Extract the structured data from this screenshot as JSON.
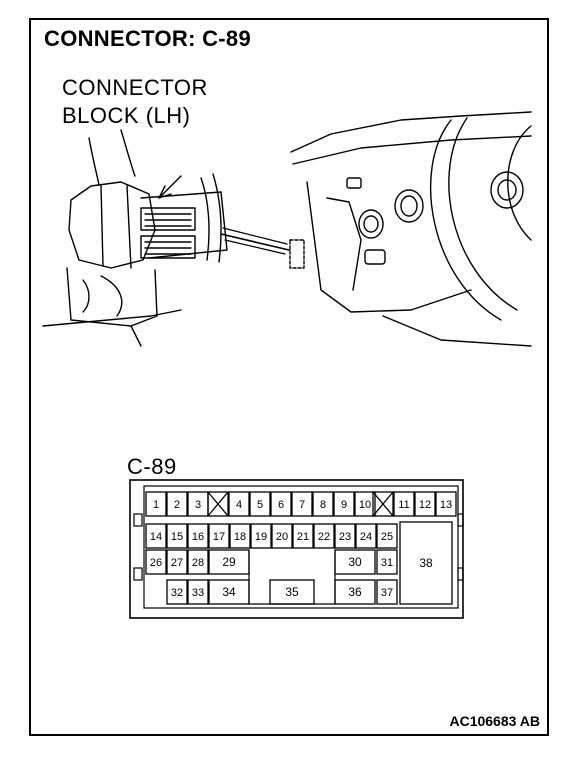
{
  "title": "CONNECTOR: C-89",
  "block_label": [
    "CONNECTOR",
    "BLOCK (LH)"
  ],
  "connector_id": "C-89",
  "reference_code": "AC106683 AB",
  "pins": [
    "1",
    "2",
    "3",
    "4",
    "5",
    "6",
    "7",
    "8",
    "9",
    "10",
    "11",
    "12",
    "13",
    "14",
    "15",
    "16",
    "17",
    "18",
    "19",
    "20",
    "21",
    "22",
    "23",
    "24",
    "25",
    "26",
    "27",
    "28",
    "29",
    "30",
    "31",
    "32",
    "33",
    "34",
    "35",
    "36",
    "37",
    "38"
  ],
  "unused_cavities": 2,
  "colors": {
    "line": "#000000",
    "background": "#ffffff"
  }
}
